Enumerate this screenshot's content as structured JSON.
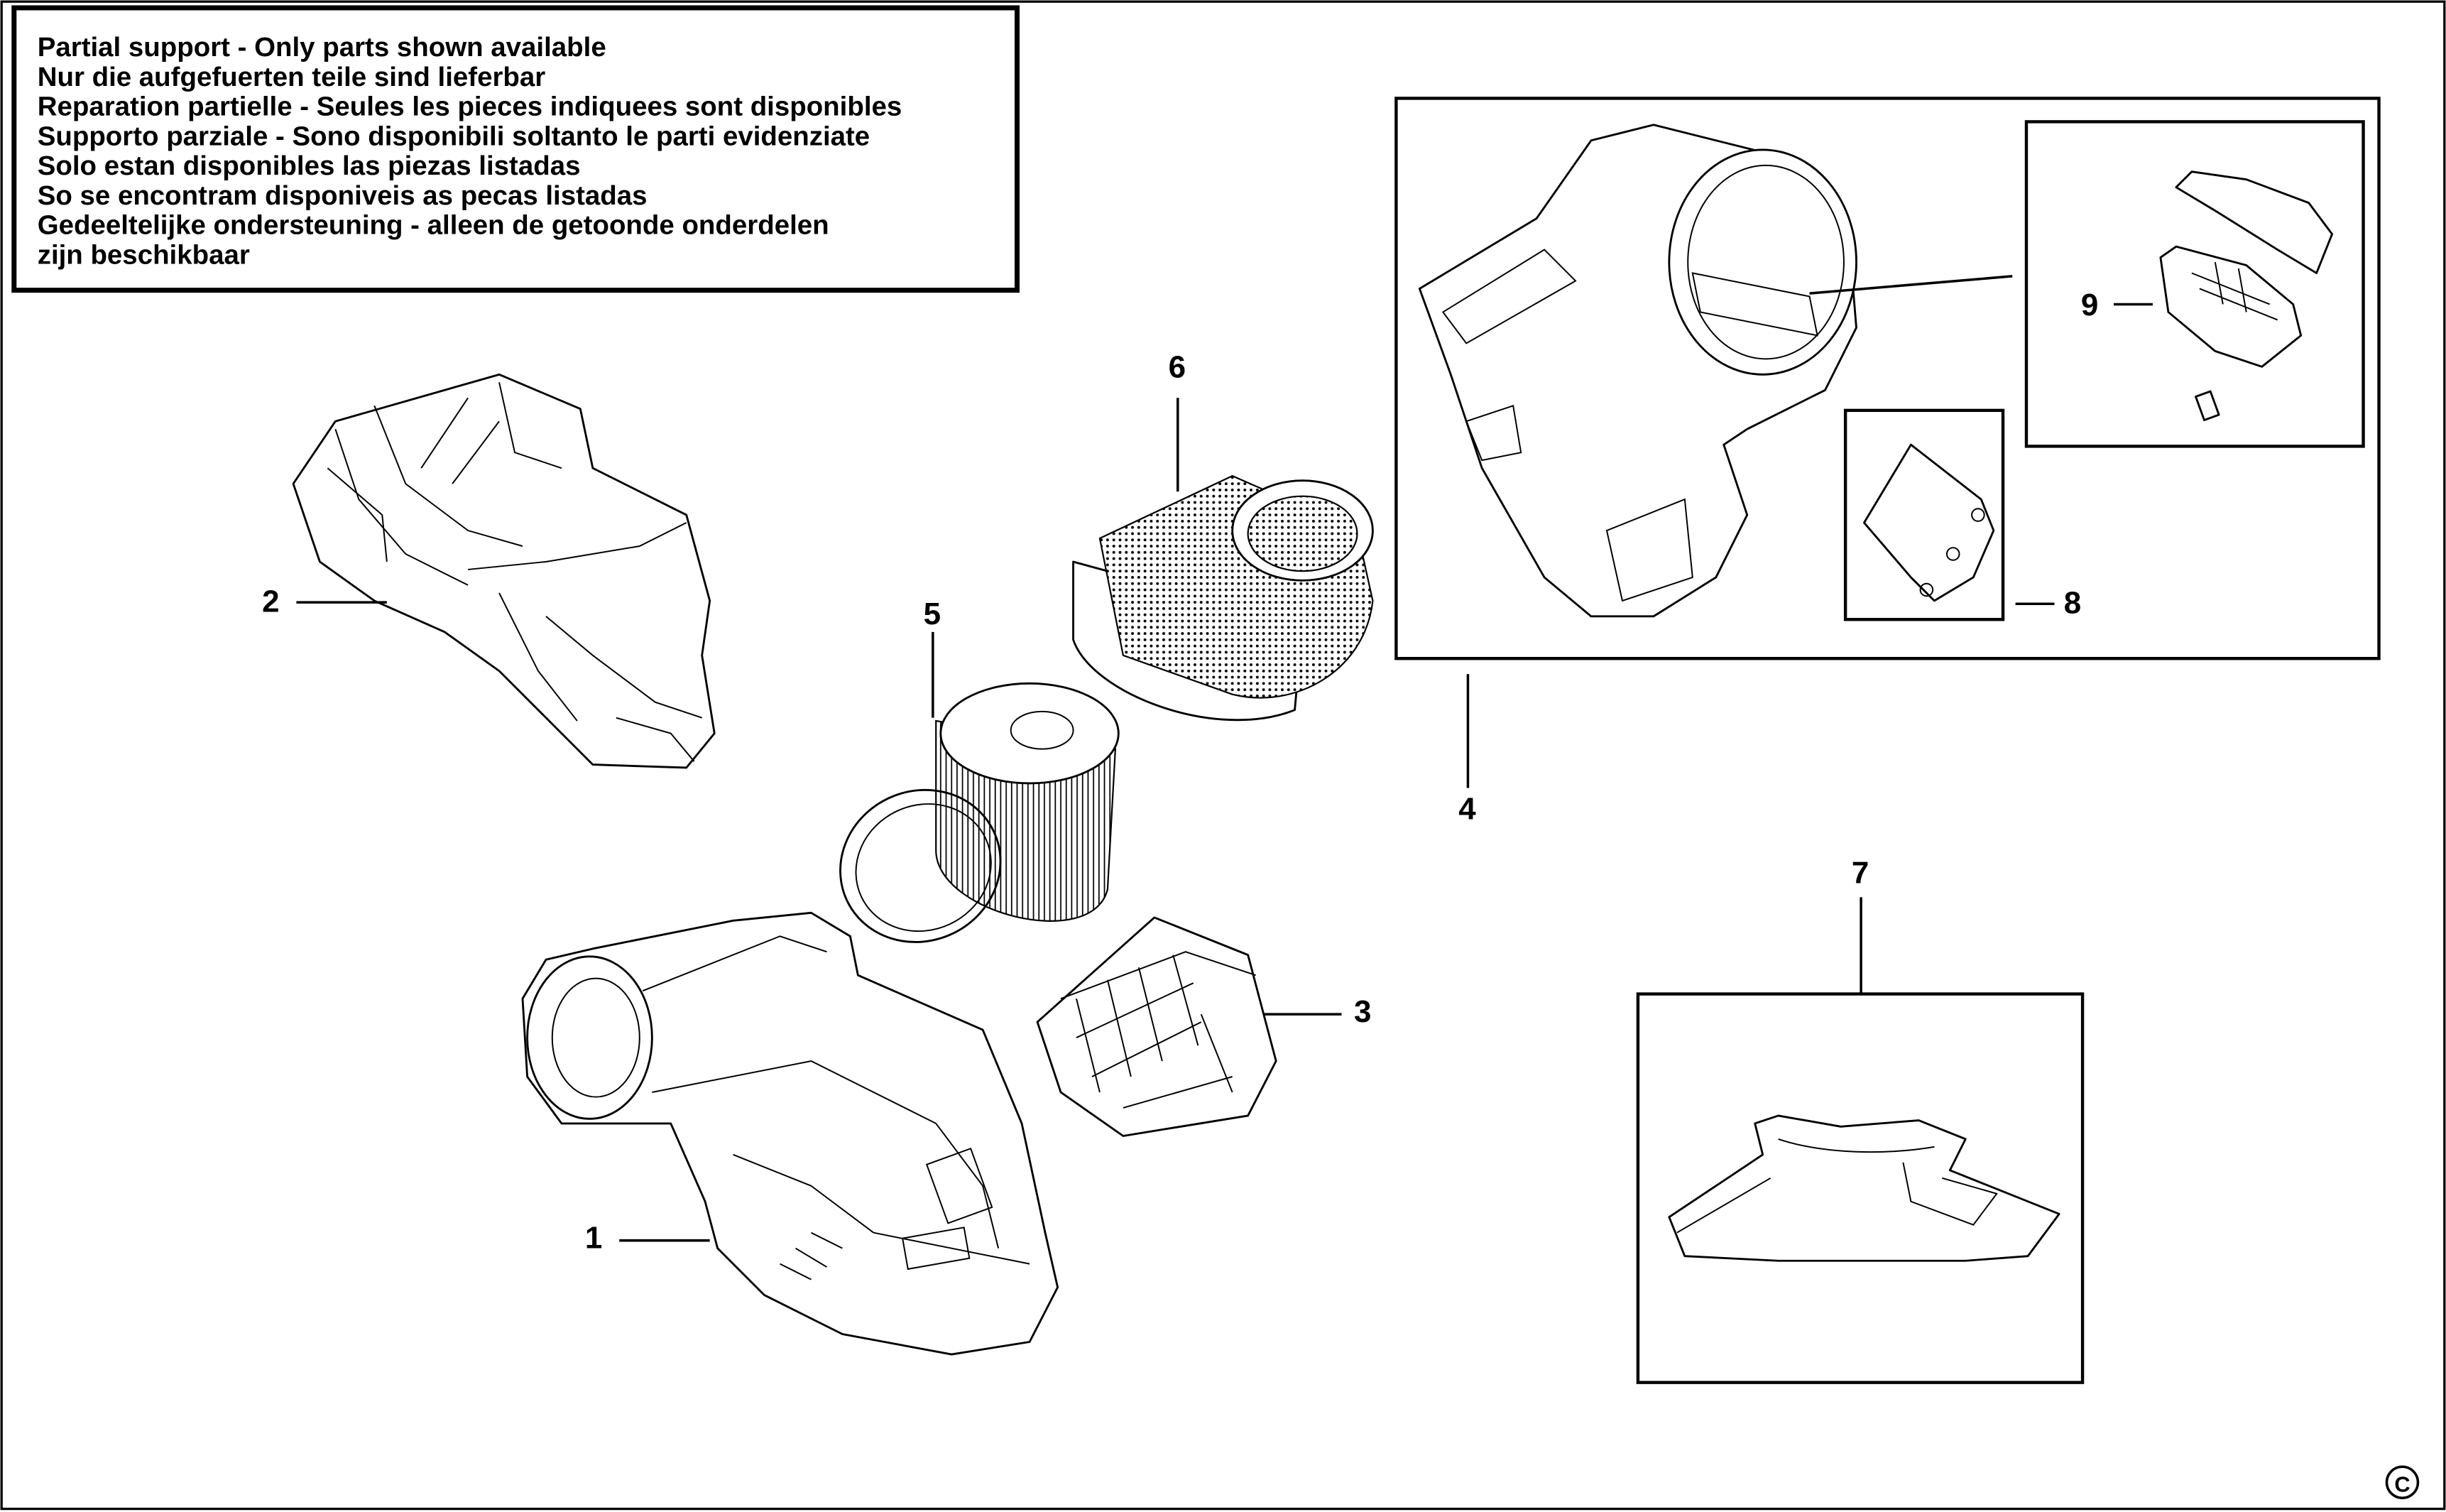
{
  "notice": {
    "lines": [
      "Partial support - Only parts shown available",
      "Nur die aufgefuerten teile sind lieferbar",
      "Reparation partielle - Seules les pieces indiquees sont disponibles",
      "Supporto parziale - Sono disponibili soltanto le parti evidenziate",
      "Solo estan disponibles las piezas listadas",
      "So se encontram disponiveis as pecas listadas",
      "Gedeeltelijke ondersteuning - alleen de getoonde onderdelen",
      "zijn beschikbaar"
    ]
  },
  "callouts": {
    "p1": "1",
    "p2": "2",
    "p3": "3",
    "p4": "4",
    "p5": "5",
    "p6": "6",
    "p7": "7",
    "p8": "8",
    "p9": "9"
  },
  "copyright": "©"
}
